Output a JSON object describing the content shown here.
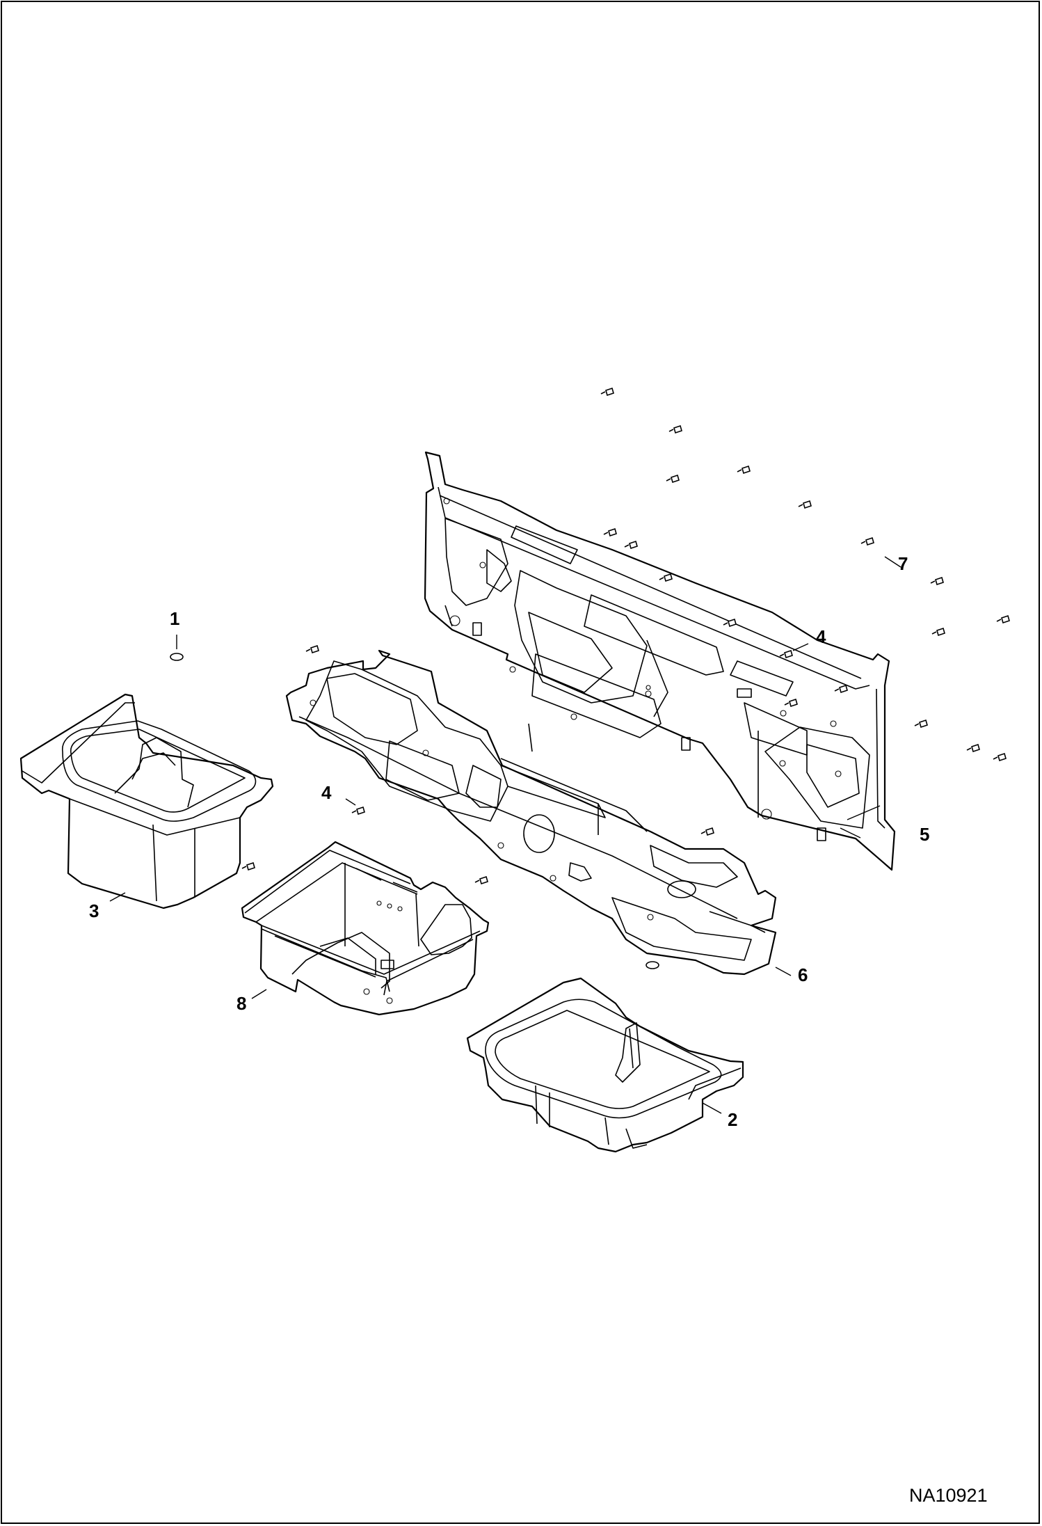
{
  "diagram": {
    "document_id": "NA10921",
    "callouts": [
      {
        "id": "callout-1",
        "label": "1"
      },
      {
        "id": "callout-2",
        "label": "2"
      },
      {
        "id": "callout-3",
        "label": "3"
      },
      {
        "id": "callout-4a",
        "label": "4"
      },
      {
        "id": "callout-4b",
        "label": "4"
      },
      {
        "id": "callout-5",
        "label": "5"
      },
      {
        "id": "callout-6",
        "label": "6"
      },
      {
        "id": "callout-7",
        "label": "7"
      },
      {
        "id": "callout-8",
        "label": "8"
      }
    ]
  },
  "colors": {
    "line": "#000000",
    "background": "#ffffff"
  }
}
